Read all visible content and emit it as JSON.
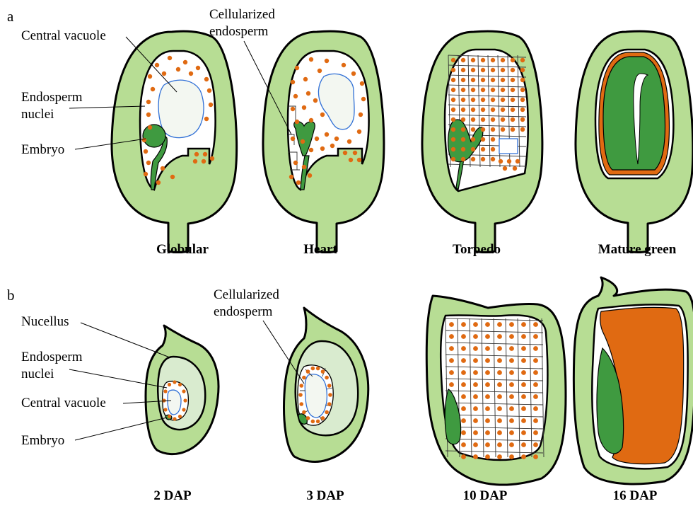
{
  "figure": {
    "panel_a": {
      "letter": "a",
      "labels": {
        "central_vacuole": "Central vacuole",
        "cellularized_line1": "Cellularized",
        "cellularized_line2": "endosperm",
        "endosperm_line1": "Endosperm",
        "endosperm_line2": "nuclei",
        "embryo": "Embryo"
      },
      "stages": [
        "Globular",
        "Heart",
        "Torpedo",
        "Mature green"
      ]
    },
    "panel_b": {
      "letter": "b",
      "labels": {
        "nucellus": "Nucellus",
        "cellularized_line1": "Cellularized",
        "cellularized_line2": "endosperm",
        "endosperm_line1": "Endosperm",
        "endosperm_line2": "nuclei",
        "central_vacuole": "Central vacuole",
        "embryo": "Embryo"
      },
      "stages": [
        "2 DAP",
        "3 DAP",
        "10 DAP",
        "16 DAP"
      ]
    }
  },
  "colors": {
    "seed_coat": "#b7dd94",
    "nucellus": "#d9ebcf",
    "embryo": "#3f9a40",
    "endosperm_nuclei": "#e06a12",
    "vacuole_outline": "#2f6fd6"
  }
}
